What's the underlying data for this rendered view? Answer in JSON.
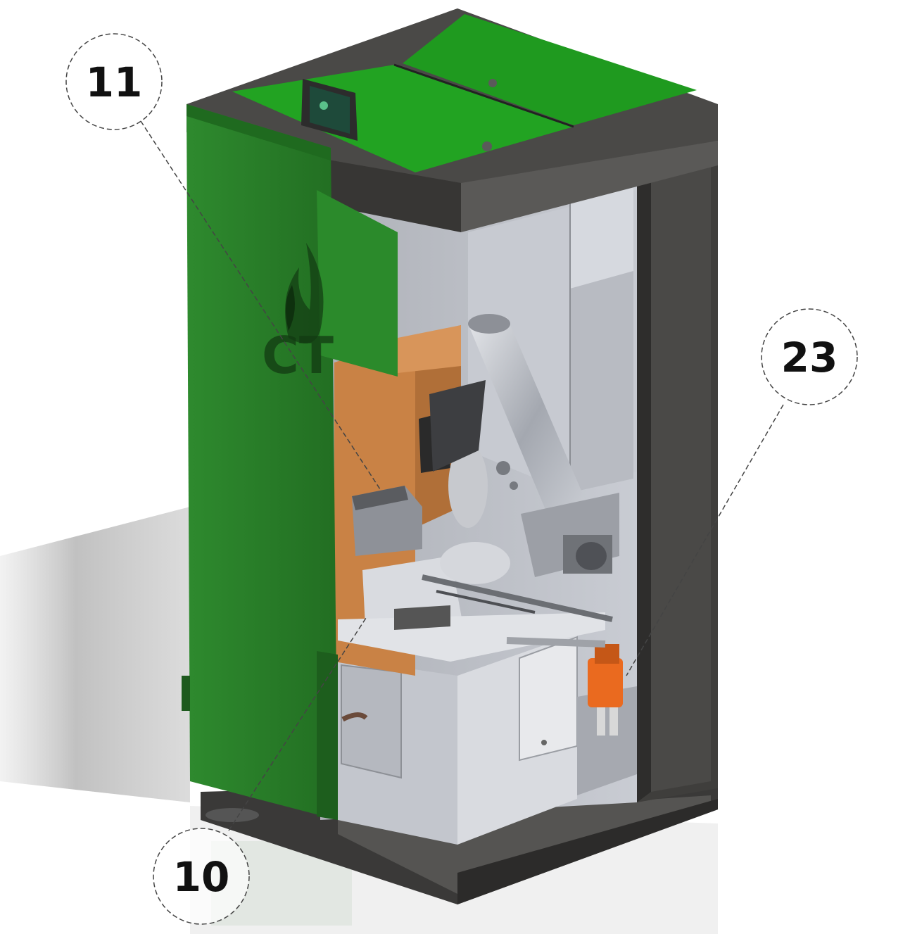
{
  "diagram": {
    "logo_text": "CT",
    "callouts": [
      {
        "id": "c11",
        "label": "11"
      },
      {
        "id": "c23",
        "label": "23"
      },
      {
        "id": "c10",
        "label": "10"
      }
    ]
  },
  "colors": {
    "frame": "#3d3c3b",
    "green_panel": "#2a7f2a",
    "green_lid": "#22a322",
    "interior": "#b9bcc4",
    "firebox": "#c98245",
    "actuator": "#ea6a1f",
    "leader": "#444444"
  }
}
